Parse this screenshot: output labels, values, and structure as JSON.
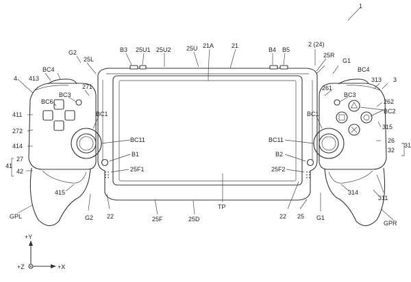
{
  "labels": {
    "fig": "1",
    "l_2_24": "2 (24)",
    "l_b3": "B3",
    "l_25u1": "25U1",
    "l_25u2": "25U2",
    "l_25u": "25U",
    "l_21a": "21A",
    "l_21": "21",
    "l_b4": "B4",
    "l_b5": "B5",
    "l_g2_top": "G2",
    "l_25l": "25L",
    "l_25r": "25R",
    "l_g1_top": "G1",
    "l_bc4_l": "BC4",
    "l_bc4_r": "BC4",
    "l_4": "4",
    "l_413": "413",
    "l_271": "271",
    "l_261": "261",
    "l_313": "313",
    "l_3": "3",
    "l_bc3_l": "BC3",
    "l_bc3_r": "BC3",
    "l_bc6": "BC6",
    "l_262": "262",
    "l_bc2": "BC2",
    "l_411": "411",
    "l_bc1_l": "BC1",
    "l_bc1_r": "BC1",
    "l_315": "315",
    "l_272": "272",
    "l_26": "26",
    "l_31": "31",
    "l_32": "32",
    "l_414": "414",
    "l_bc11_l": "BC11",
    "l_bc11_r": "BC11",
    "l_41": "41",
    "l_27": "27",
    "l_42": "42",
    "l_b1": "B1",
    "l_b2": "B2",
    "l_25f1": "25F1",
    "l_25f2": "25F2",
    "l_415": "415",
    "l_314": "314",
    "l_311": "311",
    "l_gpl": "GPL",
    "l_gpr": "GPR",
    "l_g2_bot": "G2",
    "l_22_l": "22",
    "l_25f": "25F",
    "l_25d": "25D",
    "l_tp": "TP",
    "l_22_r": "22",
    "l_25": "25",
    "l_g1_bot": "G1",
    "ax_y": "+Y",
    "ax_z": "+Z",
    "ax_x": "+X"
  }
}
